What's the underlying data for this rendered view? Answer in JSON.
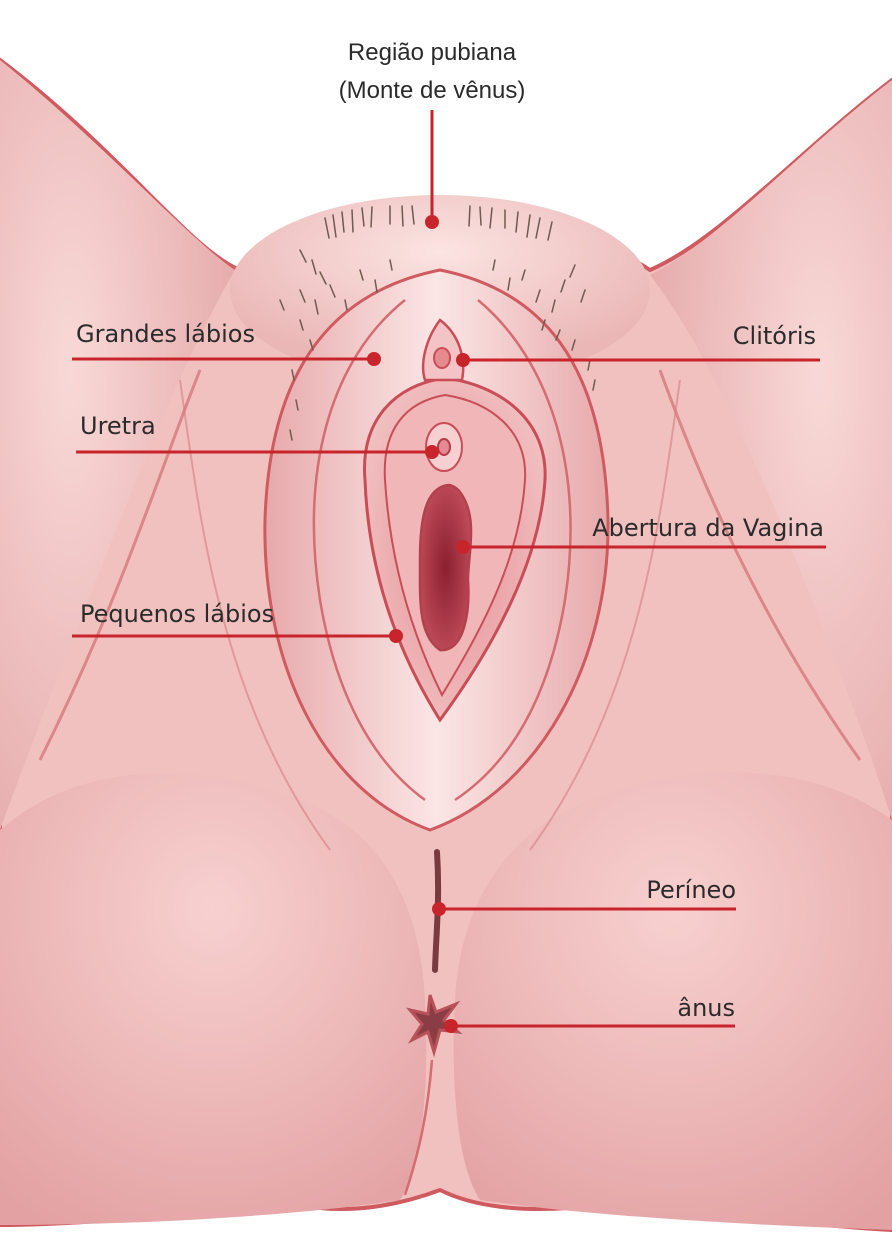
{
  "labels": {
    "mons_line1": "Região pubiana",
    "mons_line2": "(Monte de vênus)",
    "labia_majora": "Grandes lábios",
    "clitoris": "Clitóris",
    "urethra": "Uretra",
    "vaginal_opening": "Abertura da Vagina",
    "labia_minora": "Pequenos lábios",
    "perineum": "Períneo",
    "anus": "ânus"
  },
  "colors": {
    "leader": "#c8242b",
    "skin": "#f3c9c7",
    "outline": "#d2575c"
  }
}
